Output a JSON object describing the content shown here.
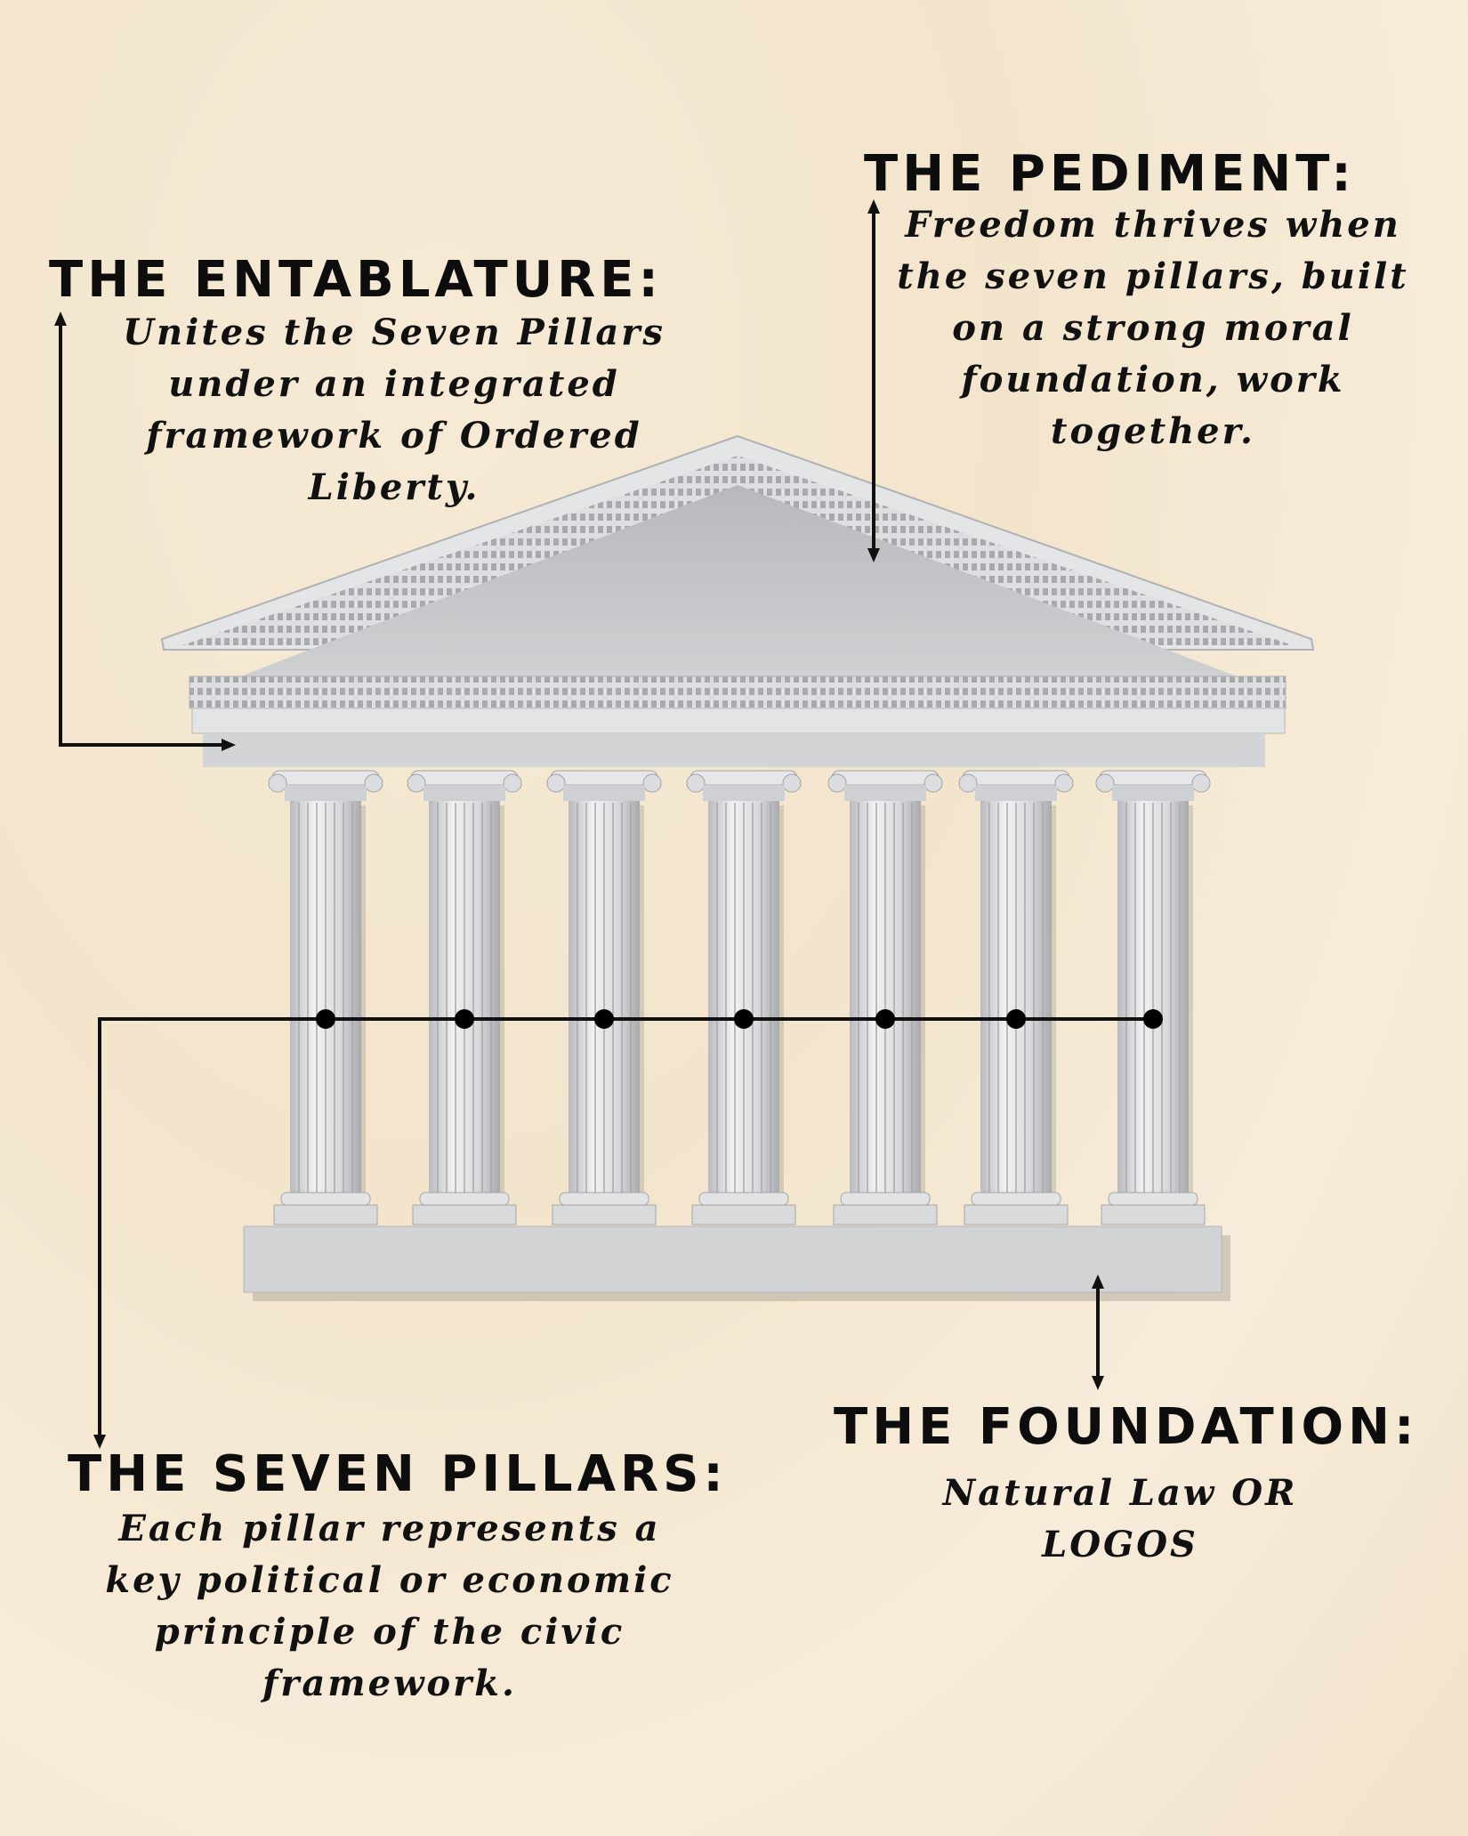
{
  "pediment": {
    "title": "THE PEDIMENT:",
    "lines": [
      "Freedom thrives when",
      "the seven pillars, built",
      "on a strong moral",
      "foundation, work",
      "together."
    ]
  },
  "entablature": {
    "title": "THE ENTABLATURE:",
    "lines": [
      "Unites the Seven Pillars",
      "under an integrated",
      "framework of Ordered",
      "Liberty."
    ]
  },
  "seven_pillars": {
    "title": "THE SEVEN PILLARS:",
    "lines": [
      "Each pillar represents a",
      "key political or economic",
      "principle of the civic",
      "framework."
    ],
    "count": 7
  },
  "foundation": {
    "title": "THE FOUNDATION:",
    "lines": [
      "Natural Law OR",
      "LOGOS"
    ]
  },
  "colors": {
    "background": "#f5e8d2",
    "stone": "#d4d5d7",
    "ink": "#111111"
  }
}
